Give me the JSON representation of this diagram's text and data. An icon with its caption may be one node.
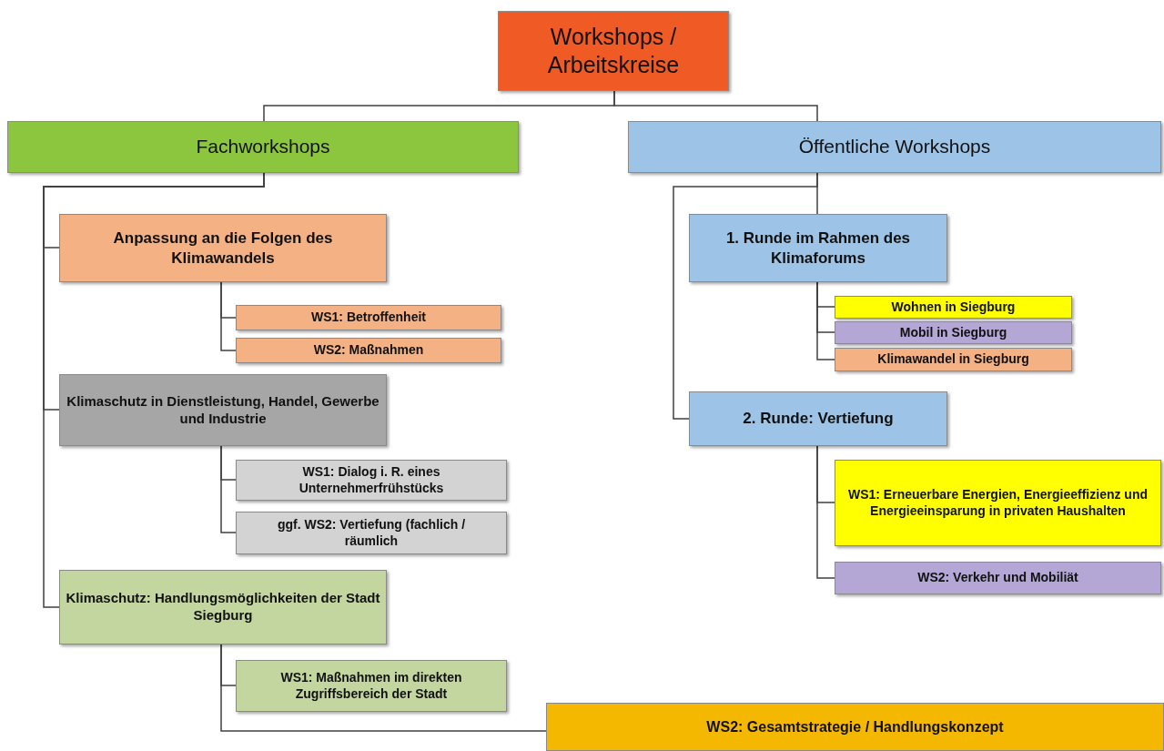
{
  "diagram": {
    "nodes": [
      {
        "text": [
          "Workshops / Arbeitskreise"
        ]
      },
      {
        "text": [
          "Fachworkshops"
        ]
      },
      {
        "text": [
          "Öffentliche Workshops"
        ]
      },
      {
        "text": [
          "Anpassung an die Folgen des Klimawandels"
        ]
      },
      {
        "text": [
          "WS1: Betroffenheit"
        ]
      },
      {
        "text": [
          "WS2: Maßnahmen"
        ]
      },
      {
        "text": [
          "Klimaschutz in Dienstleistung, Handel, Gewerbe und Industrie"
        ]
      },
      {
        "text": [
          "WS1: Dialog i. R. eines Unternehmerfrühstücks"
        ]
      },
      {
        "text": [
          "ggf. WS2: Vertiefung (fachlich / räumlich"
        ]
      },
      {
        "text": [
          "Klimaschutz: Handlungsmöglichkeiten der Stadt Siegburg"
        ]
      },
      {
        "text": [
          "WS1: Maßnahmen im direkten Zugriffsbereich der Stadt"
        ]
      },
      {
        "text": [
          "WS2: Gesamtstrategie / Handlungskonzept"
        ]
      },
      {
        "text": [
          "1. Runde im Rahmen des Klimaforums"
        ]
      },
      {
        "text": [
          "Wohnen in Siegburg"
        ]
      },
      {
        "text": [
          "Mobil in Siegburg"
        ]
      },
      {
        "text": [
          "Klimawandel in Siegburg"
        ]
      },
      {
        "text": [
          "2. Runde: Vertiefung"
        ]
      },
      {
        "text": [
          "WS1: Erneuerbare Energien, Energieeffizienz und Energieeinsparung in privaten Haushalten"
        ]
      },
      {
        "text": [
          "WS2: Verkehr und Mobiliät"
        ]
      }
    ],
    "edges": [
      {
        "from": 0,
        "to": 1,
        "arrow": "none"
      },
      {
        "from": 0,
        "to": 2,
        "arrow": "none"
      },
      {
        "from": 1,
        "to": 3,
        "arrow": "none"
      },
      {
        "from": 1,
        "to": 6,
        "arrow": "none"
      },
      {
        "from": 1,
        "to": 9,
        "arrow": "none"
      },
      {
        "from": 3,
        "to": 4,
        "arrow": "none"
      },
      {
        "from": 3,
        "to": 5,
        "arrow": "none"
      },
      {
        "from": 6,
        "to": 7,
        "arrow": "none"
      },
      {
        "from": 6,
        "to": 8,
        "arrow": "none"
      },
      {
        "from": 9,
        "to": 10,
        "arrow": "none"
      },
      {
        "from": 9,
        "to": 11,
        "arrow": "none"
      },
      {
        "from": 2,
        "to": 12,
        "arrow": "none"
      },
      {
        "from": 2,
        "to": 16,
        "arrow": "none"
      },
      {
        "from": 12,
        "to": 13,
        "arrow": "none"
      },
      {
        "from": 12,
        "to": 14,
        "arrow": "none"
      },
      {
        "from": 12,
        "to": 15,
        "arrow": "none"
      },
      {
        "from": 16,
        "to": 17,
        "arrow": "none"
      },
      {
        "from": 16,
        "to": 18,
        "arrow": "none"
      }
    ]
  }
}
